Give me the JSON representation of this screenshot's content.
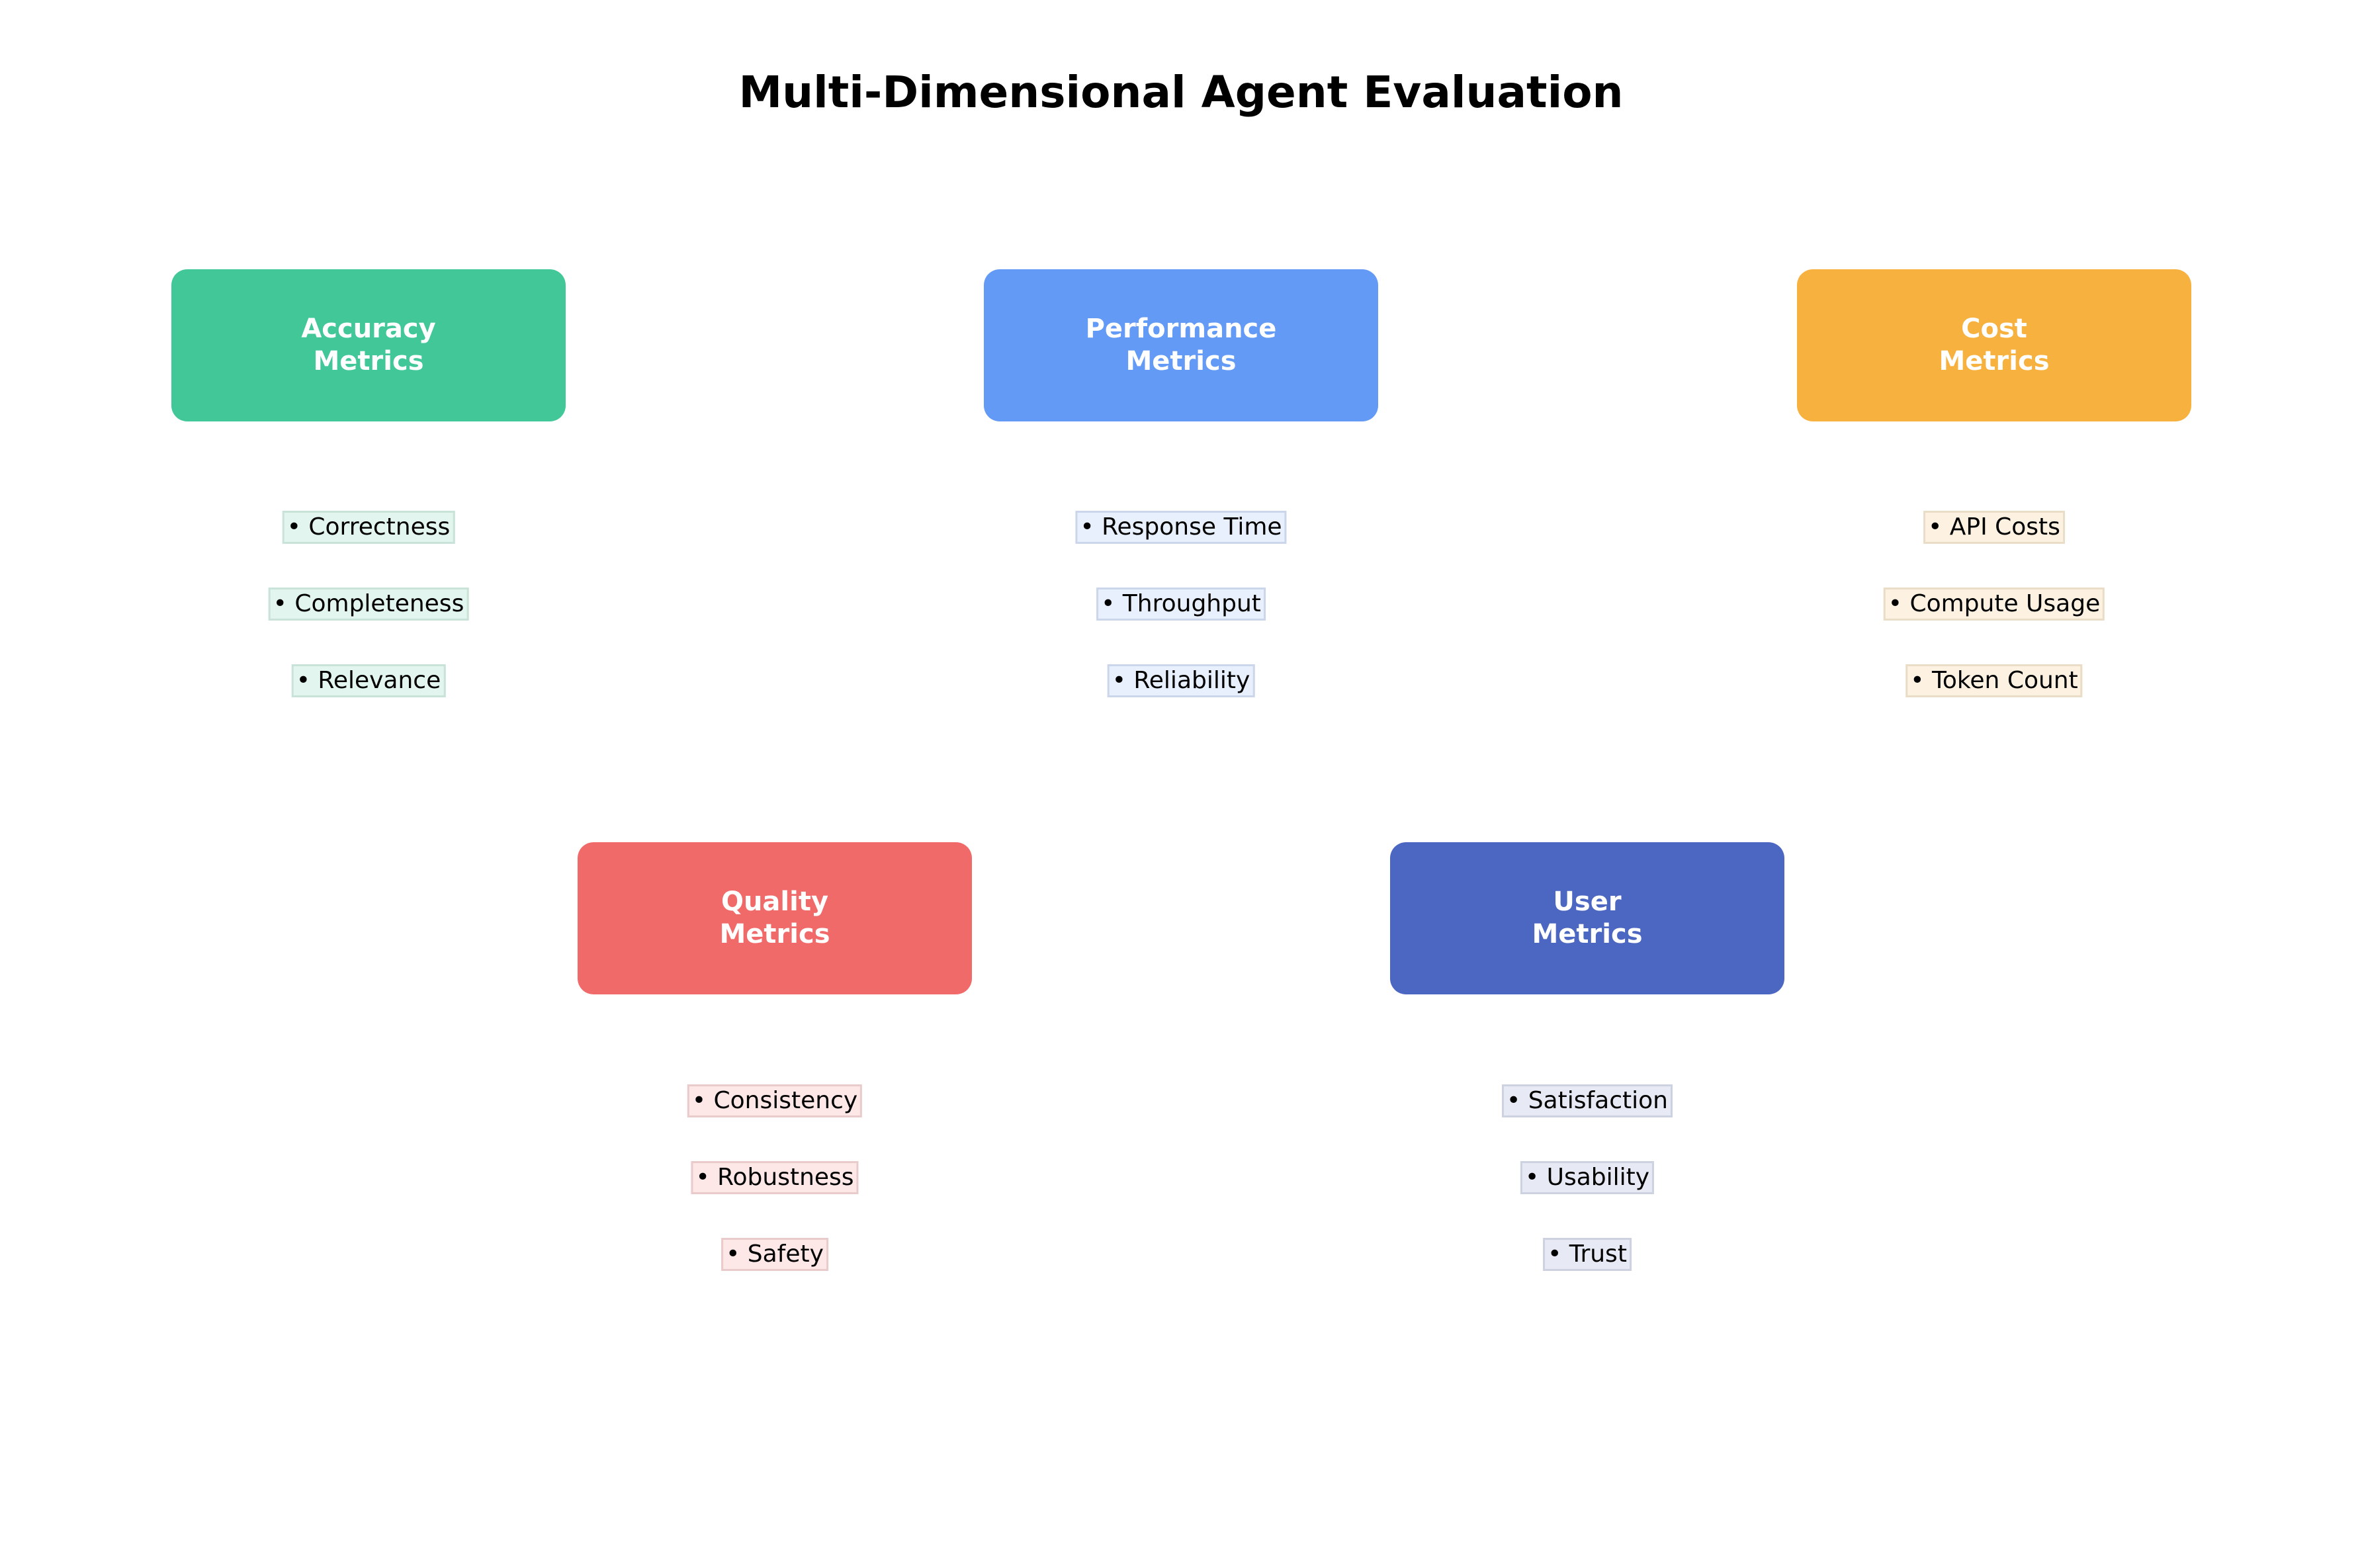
{
  "title": "Multi-Dimensional Agent Evaluation",
  "categories": [
    {
      "id": "accuracy",
      "label": "Accuracy\nMetrics",
      "color": "#42C898",
      "item_bg": "#E2F5EE",
      "item_border": "#C9E3D8",
      "items": [
        "• Correctness",
        "• Completeness",
        "• Relevance"
      ]
    },
    {
      "id": "performance",
      "label": "Performance\nMetrics",
      "color": "#639AF6",
      "item_bg": "#E9F0FD",
      "item_border": "#CBD6EA",
      "items": [
        "• Response Time",
        "• Throughput",
        "• Reliability"
      ]
    },
    {
      "id": "cost",
      "label": "Cost\nMetrics",
      "color": "#F7B13F",
      "item_bg": "#FDF2E2",
      "item_border": "#EADDC8",
      "items": [
        "• API Costs",
        "• Compute Usage",
        "• Token Count"
      ]
    },
    {
      "id": "quality",
      "label": "Quality\nMetrics",
      "color": "#F16A6A",
      "item_bg": "#FDE7E7",
      "item_border": "#EACBCB",
      "items": [
        "• Consistency",
        "• Robustness",
        "• Safety"
      ]
    },
    {
      "id": "user",
      "label": "User\nMetrics",
      "color": "#4C67C2",
      "item_bg": "#E7EAF5",
      "item_border": "#CDD2E0",
      "items": [
        "• Satisfaction",
        "• Usability",
        "• Trust"
      ]
    }
  ]
}
